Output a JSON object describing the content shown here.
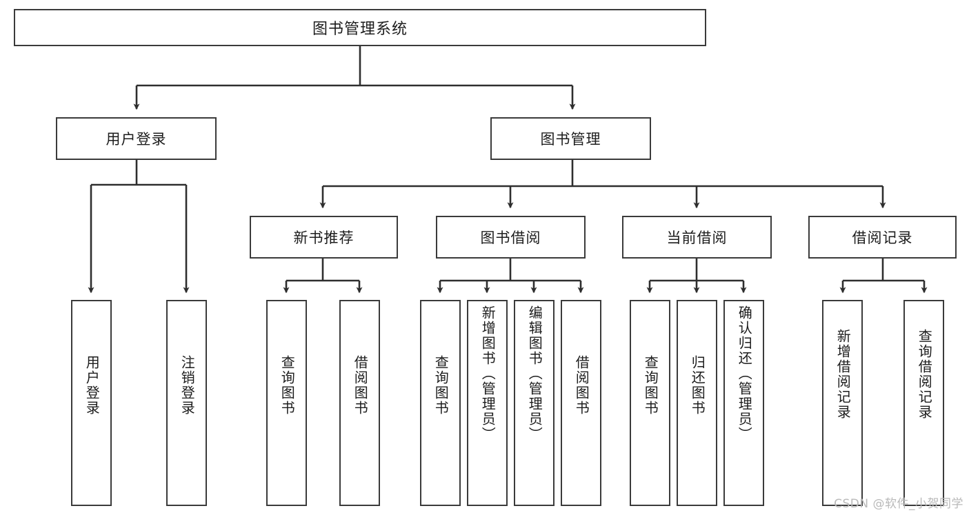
{
  "diagram": {
    "title": "图书管理系统",
    "type": "tree",
    "watermark": "CSDN @软件_小贺同学",
    "nodes": {
      "root": {
        "label": "图书管理系统",
        "level": 1
      },
      "l2": [
        {
          "id": "user-login",
          "label": "用户登录"
        },
        {
          "id": "book-manage",
          "label": "图书管理"
        }
      ],
      "l3": [
        {
          "id": "new-book-recommend",
          "label": "新书推荐",
          "parent": "book-manage"
        },
        {
          "id": "book-borrow",
          "label": "图书借阅",
          "parent": "book-manage"
        },
        {
          "id": "current-borrow",
          "label": "当前借阅",
          "parent": "book-manage"
        },
        {
          "id": "borrow-record",
          "label": "借阅记录",
          "parent": "book-manage"
        }
      ],
      "leaves": [
        {
          "id": "leaf-user-login",
          "label": "用户登录",
          "parent": "user-login"
        },
        {
          "id": "leaf-logout-login",
          "label": "注销登录",
          "parent": "user-login"
        },
        {
          "id": "leaf-query-book-1",
          "label": "查询图书",
          "parent": "new-book-recommend"
        },
        {
          "id": "leaf-borrow-book-1",
          "label": "借阅图书",
          "parent": "new-book-recommend"
        },
        {
          "id": "leaf-query-book-2",
          "label": "查询图书",
          "parent": "book-borrow"
        },
        {
          "id": "leaf-add-book",
          "label": "新增图书（管理员）",
          "parent": "book-borrow"
        },
        {
          "id": "leaf-edit-book",
          "label": "编辑图书（管理员）",
          "parent": "book-borrow"
        },
        {
          "id": "leaf-borrow-book-2",
          "label": "借阅图书",
          "parent": "book-borrow"
        },
        {
          "id": "leaf-query-book-3",
          "label": "查询图书",
          "parent": "current-borrow"
        },
        {
          "id": "leaf-return-book",
          "label": "归还图书",
          "parent": "current-borrow"
        },
        {
          "id": "leaf-confirm-return",
          "label": "确认归还（管理员）",
          "parent": "current-borrow"
        },
        {
          "id": "leaf-add-record",
          "label": "新增借阅记录",
          "parent": "borrow-record"
        },
        {
          "id": "leaf-query-record",
          "label": "查询借阅记录",
          "parent": "borrow-record"
        }
      ]
    },
    "colors": {
      "stroke": "#3a3a3a",
      "fill": "#ffffff",
      "text": "#1c1c1c",
      "watermark": "#b9b9b9"
    }
  }
}
